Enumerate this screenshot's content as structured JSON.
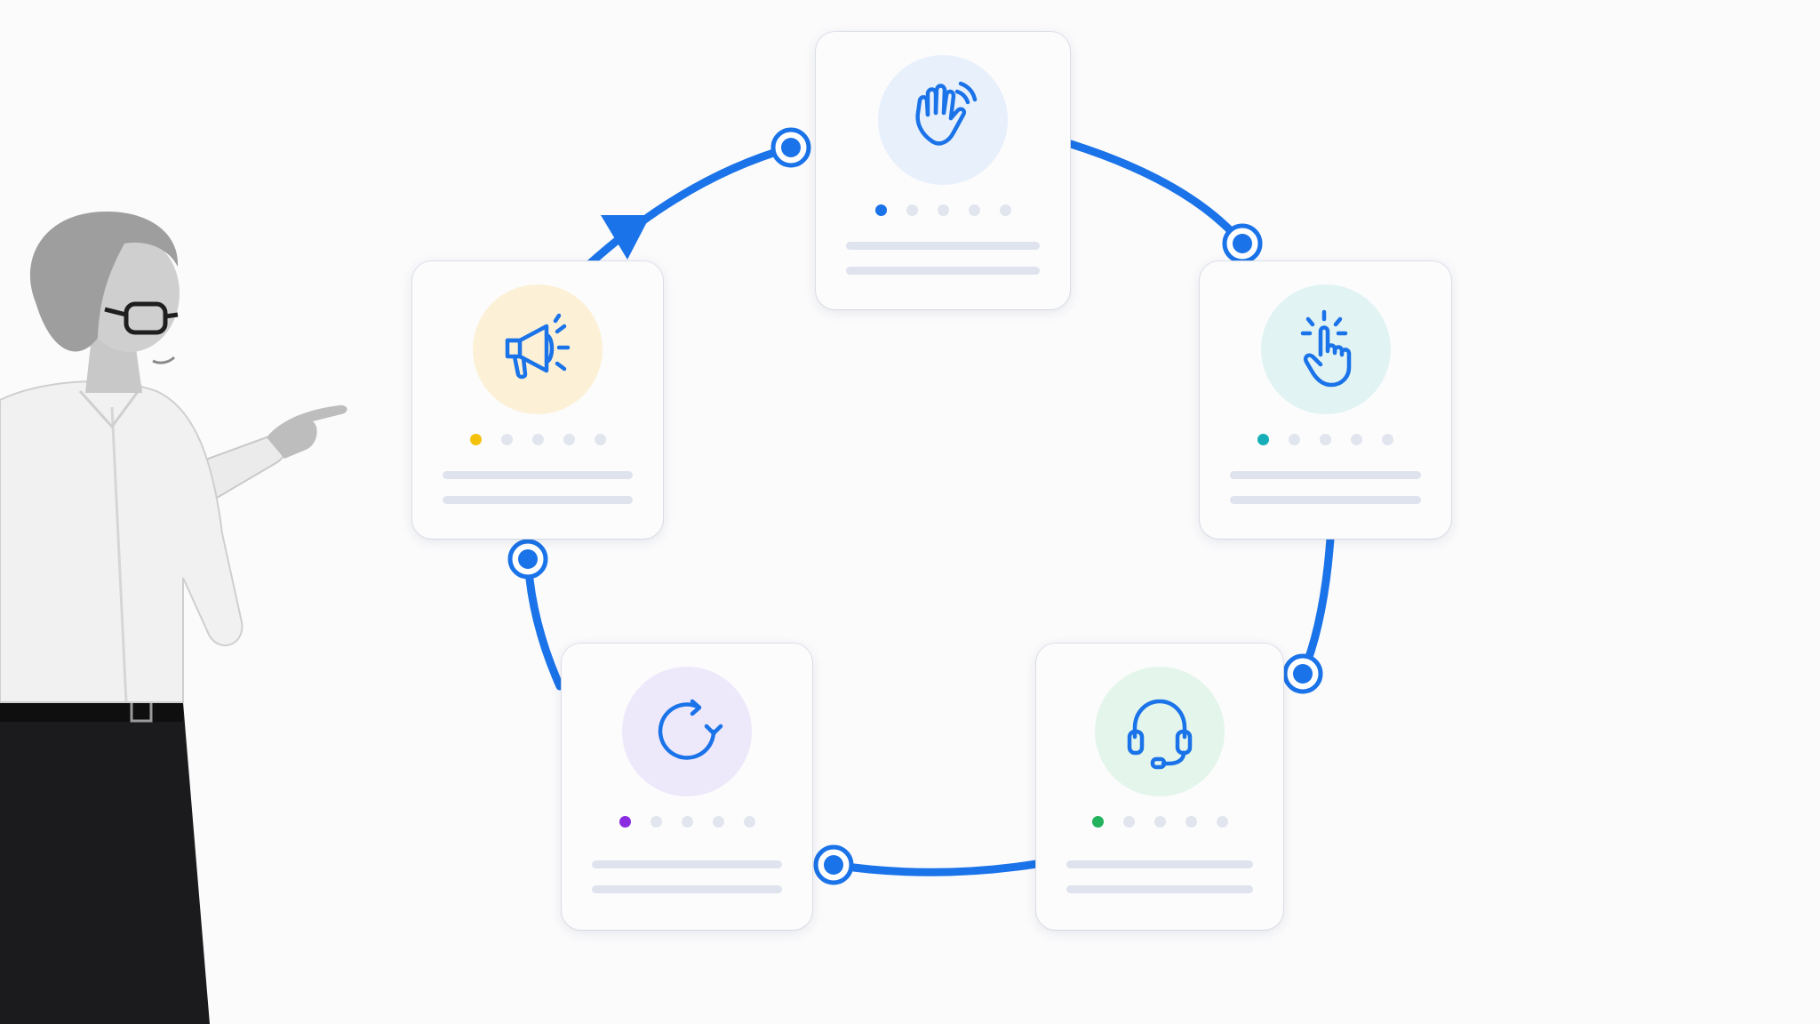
{
  "diagram": {
    "type": "cycle",
    "ring_color": "#1a73e8",
    "steps": [
      {
        "id": "wave",
        "icon": "waving-hand-icon",
        "badge_color": "#e8f0fc",
        "accent": "#1a73e8"
      },
      {
        "id": "tap",
        "icon": "tap-finger-icon",
        "badge_color": "#e1f3f3",
        "accent": "#15aeb8"
      },
      {
        "id": "support",
        "icon": "headset-icon",
        "badge_color": "#e4f5ec",
        "accent": "#22b35c"
      },
      {
        "id": "renew",
        "icon": "refresh-arrow-icon",
        "badge_color": "#eee8fb",
        "accent": "#8a2be2"
      },
      {
        "id": "announce",
        "icon": "megaphone-icon",
        "badge_color": "#fcf1d6",
        "accent": "#f4c20d"
      }
    ]
  },
  "presenter": {
    "icon": "pointing-presenter-illustration"
  }
}
